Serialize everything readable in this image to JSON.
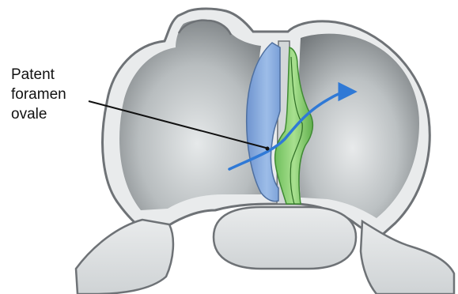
{
  "annotation": {
    "lines": [
      "Patent",
      "foramen",
      "ovale"
    ]
  },
  "colors": {
    "wall_outline": "#6e7276",
    "wall_fill": "#e9ebec",
    "chamber_dark": "#7c8184",
    "chamber_light": "#dfe3e4",
    "septum_primum": "#8fb2e0",
    "septum_secundum": "#8fd27a",
    "flow_arrow": "#2f79d6",
    "leader_line": "#111111",
    "text": "#111111"
  },
  "icons": [
    "heart-atria-illustration",
    "shunt-flow-arrow"
  ]
}
